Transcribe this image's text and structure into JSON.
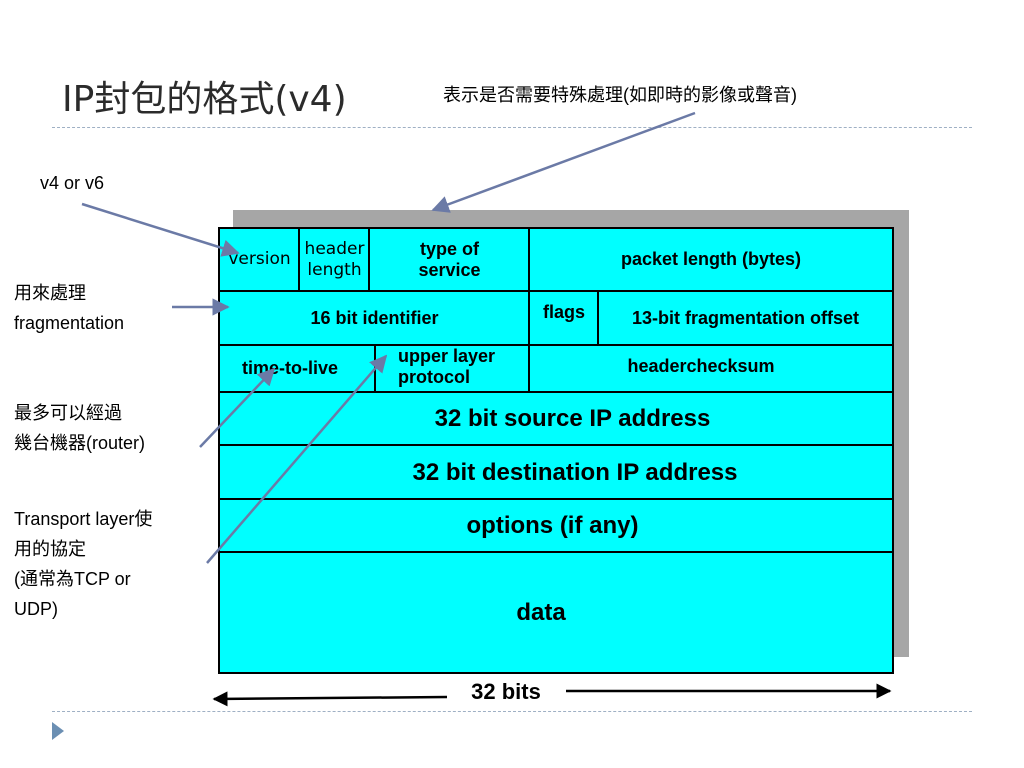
{
  "title": "IP封包的格式(v4)",
  "annotations": {
    "tos_note": "表示是否需要特殊處理(如即時的影像或聲音)",
    "version_note": "v4 or v6",
    "frag_note": [
      "用來處理",
      "fragmentation"
    ],
    "ttl_note": [
      "最多可以經過",
      "幾台機器(router)"
    ],
    "proto_note": [
      "Transport layer使",
      "用的協定",
      "(通常為TCP or",
      "UDP)"
    ]
  },
  "header_fields": {
    "version": "version",
    "header_length": [
      "header",
      "length"
    ],
    "type_of_service": [
      "type of",
      "service"
    ],
    "packet_length": "packet length (bytes)",
    "identifier": "16 bit identifier",
    "flags": "flags",
    "fragment_offset": "13-bit fragmentation offset",
    "ttl": "time-to-live",
    "upper_layer_protocol": [
      "upper layer",
      "protocol"
    ],
    "header_checksum": "headerchecksum",
    "source_ip": "32 bit source IP address",
    "destination_ip": "32 bit destination IP address",
    "options": "options (if any)",
    "data": "data"
  },
  "width_label": "32 bits",
  "colors": {
    "table_fill": "#00ffff",
    "arrow": "#6b7aa6",
    "shadow": "#a6a6a6"
  },
  "icons": {
    "nav": "triangle-right-icon"
  }
}
